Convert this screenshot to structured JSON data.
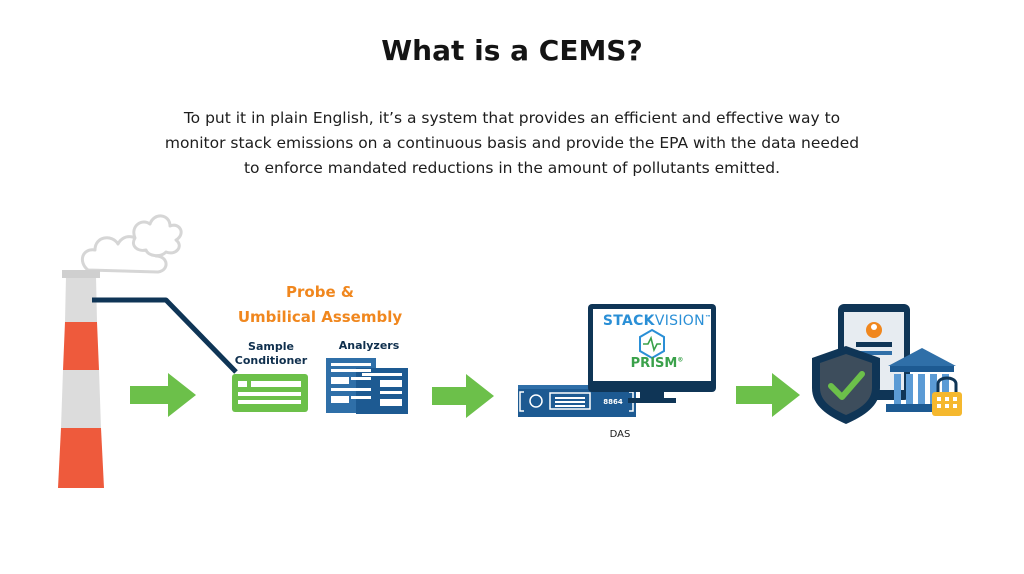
{
  "header": {
    "title": "What is a CEMS?",
    "intro_lines": [
      "To put it in plain English, it’s a system that provides an efficient and effective way to",
      "monitor stack emissions on a continuous basis and provide the EPA with the data needed",
      "to enforce mandated reductions in the amount of pollutants emitted."
    ]
  },
  "diagram": {
    "probe_label_lines": [
      "Probe &",
      "Umbilical Assembly"
    ],
    "sample_conditioner_lines": [
      "Sample",
      "Conditioner"
    ],
    "analyzers_label": "Analyzers",
    "stackvision_bold": "STACK",
    "stackvision_light": "VISION",
    "stackvision_tm": "™",
    "prism_label": "PRISM",
    "prism_mark": "®",
    "das_unit_number": "8864",
    "das_label": "DAS"
  },
  "colors": {
    "stack_red": "#ee5a3c",
    "stack_gray": "#dcdcdc",
    "arrow_green": "#6cc04a",
    "navy": "#0f3556",
    "blue": "#2f6fa8",
    "orange": "#f0871e",
    "monitor_blue": "#2a8fd6",
    "prism_green": "#3aa14a"
  },
  "icons": {
    "smoke": "smoke-cloud-icon",
    "stack": "smokestack-icon",
    "conditioner": "sample-conditioner-icon",
    "analyzers": "analyzer-rack-icon",
    "das_unit": "das-server-icon",
    "monitor": "monitor-icon",
    "compliance": "compliance-shield-icon",
    "agency": "government-building-icon",
    "lock": "padlock-icon"
  }
}
